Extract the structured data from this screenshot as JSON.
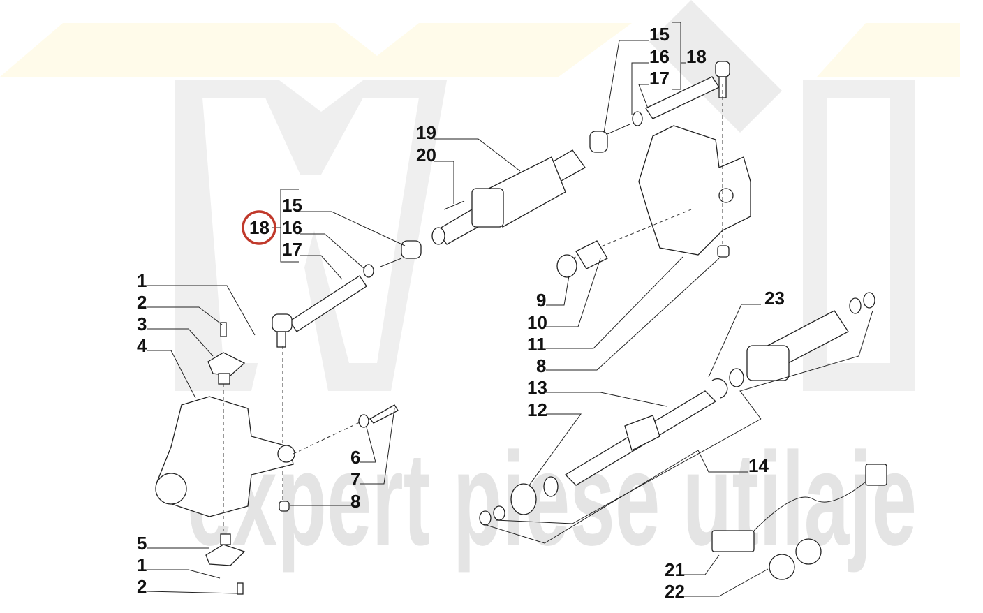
{
  "diagram": {
    "watermark_text": "expert piese utilaje",
    "highlight_color": "#c0392b",
    "labels": [
      "15",
      "16",
      "18",
      "17",
      "19",
      "20",
      "18",
      "15",
      "16",
      "17",
      "1",
      "2",
      "3",
      "4",
      "9",
      "10",
      "11",
      "8",
      "23",
      "13",
      "12",
      "6",
      "7",
      "8",
      "14",
      "5",
      "1",
      "2",
      "21",
      "22"
    ]
  }
}
